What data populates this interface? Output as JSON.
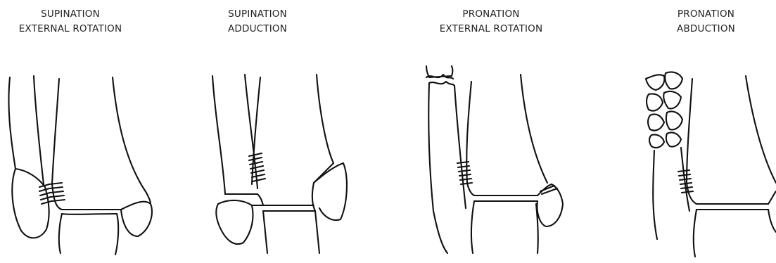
{
  "panels": [
    {
      "line1": "SUPINATION",
      "line2": "EXTERNAL ROTATION"
    },
    {
      "line1": "SUPINATION",
      "line2": "ADDUCTION"
    },
    {
      "line1": "PRONATION",
      "line2": "EXTERNAL ROTATION"
    },
    {
      "line1": "PRONATION",
      "line2": "ABDUCTION"
    }
  ]
}
